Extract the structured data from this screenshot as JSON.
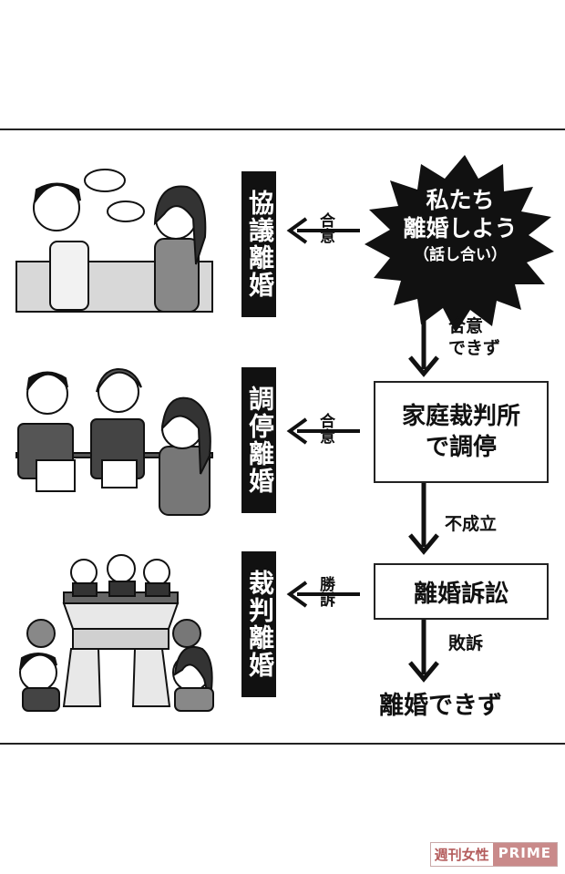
{
  "start": {
    "line1": "私たち",
    "line2": "離婚しよう",
    "line3": "（話し合い）"
  },
  "rows": [
    {
      "label": "協議離婚",
      "arrow_label": "合意"
    },
    {
      "label": "調停離婚",
      "arrow_label": "合意"
    },
    {
      "label": "裁判離婚",
      "arrow_label": "勝訴"
    }
  ],
  "boxes": {
    "mediation": "家庭裁判所\nで調停",
    "lawsuit": "離婚訴訟"
  },
  "transitions": {
    "t1": "合意\nできず",
    "t2": "不成立",
    "t3": "敗訴"
  },
  "end": "離婚できず",
  "branding": {
    "part1": "週刊女性",
    "part2": "PRIME"
  }
}
